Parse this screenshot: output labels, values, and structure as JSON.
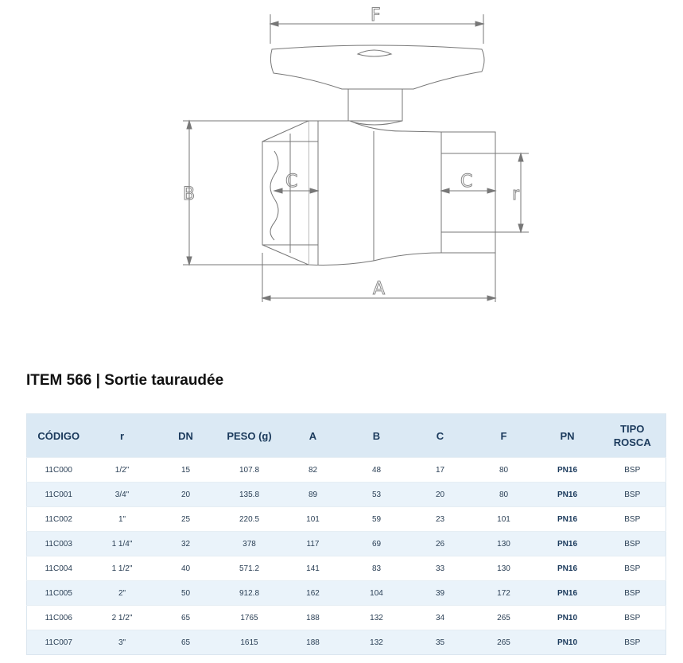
{
  "drawing": {
    "labels": {
      "A": "A",
      "B": "B",
      "C_left": "C",
      "C_right": "C",
      "F": "F",
      "r": "r"
    }
  },
  "title": "ITEM 566 | Sortie tauraudée",
  "table": {
    "headers": [
      "CÓDIGO",
      "r",
      "DN",
      "PESO (g)",
      "A",
      "B",
      "C",
      "F",
      "PN",
      "TIPO ROSCA"
    ],
    "rows": [
      [
        "11C000",
        "1/2\"",
        "15",
        "107.8",
        "82",
        "48",
        "17",
        "80",
        "PN16",
        "BSP"
      ],
      [
        "11C001",
        "3/4\"",
        "20",
        "135.8",
        "89",
        "53",
        "20",
        "80",
        "PN16",
        "BSP"
      ],
      [
        "11C002",
        "1\"",
        "25",
        "220.5",
        "101",
        "59",
        "23",
        "101",
        "PN16",
        "BSP"
      ],
      [
        "11C003",
        "1 1/4\"",
        "32",
        "378",
        "117",
        "69",
        "26",
        "130",
        "PN16",
        "BSP"
      ],
      [
        "11C004",
        "1 1/2\"",
        "40",
        "571.2",
        "141",
        "83",
        "33",
        "130",
        "PN16",
        "BSP"
      ],
      [
        "11C005",
        "2\"",
        "50",
        "912.8",
        "162",
        "104",
        "39",
        "172",
        "PN16",
        "BSP"
      ],
      [
        "11C006",
        "2 1/2\"",
        "65",
        "1765",
        "188",
        "132",
        "34",
        "265",
        "PN10",
        "BSP"
      ],
      [
        "11C007",
        "3\"",
        "65",
        "1615",
        "188",
        "132",
        "35",
        "265",
        "PN10",
        "BSP"
      ]
    ]
  },
  "colors": {
    "header_bg": "#dbe9f4",
    "alt_row_bg": "#eaf3fa",
    "text": "#1b3a5c"
  }
}
